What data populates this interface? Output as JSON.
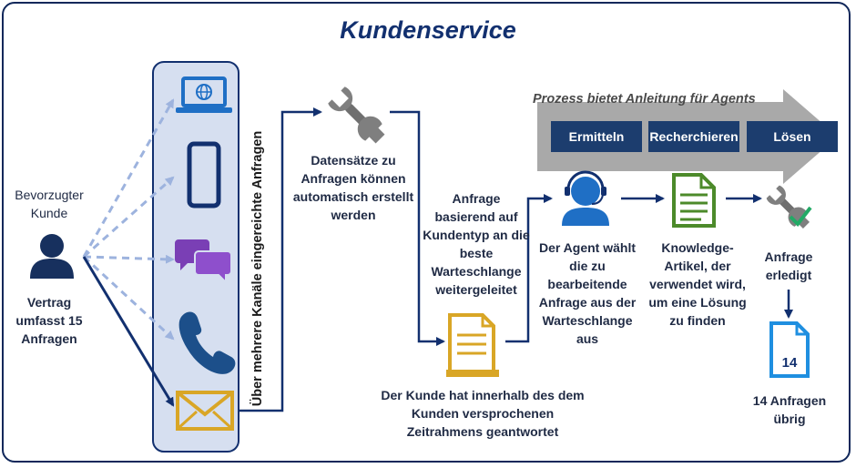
{
  "title": "Kundenservice",
  "customer": {
    "label": "Bevorzugter Kunde",
    "contract": "Vertrag umfasst 15 Anfragen"
  },
  "channels_label": "Über mehrere Kanäle eingereichte Anfragen",
  "records": "Datensätze zu Anfragen können automatisch erstellt werden",
  "routing": "Anfrage basierend auf Kundentyp an die beste Warteschlange weitergeleitet",
  "response": "Der Kunde hat innerhalb des dem Kunden versprochenen Zeitrahmens geantwortet",
  "process": {
    "header": "Prozess bietet Anleitung für Agents",
    "steps": [
      "Ermitteln",
      "Recherchieren",
      "Lösen"
    ]
  },
  "agent": "Der Agent wählt die zu bearbeitende Anfrage aus der Warteschlange aus",
  "knowledge": "Knowledge-Artikel, der verwendet wird, um eine Lösung zu finden",
  "resolved": "Anfrage erledigt",
  "remaining": {
    "count": "14",
    "label": "14 Anfragen übrig"
  },
  "colors": {
    "navy": "#12306f",
    "panel": "#d6dff0",
    "icon_blue": "#1f6fc5",
    "purple": "#7a3fb5",
    "gold": "#d9a626",
    "green": "#4c8a2a",
    "gray": "#7f7f7f",
    "check": "#22aa66",
    "pill": "#1c3d6e"
  },
  "icons": [
    "laptop-icon",
    "phone-icon",
    "chat-icon",
    "telephone-icon",
    "envelope-icon",
    "wrench-icon",
    "document-icon",
    "agent-headset-icon",
    "knowledge-article-icon",
    "checkmark-icon",
    "counter-document-icon",
    "customer-icon"
  ]
}
